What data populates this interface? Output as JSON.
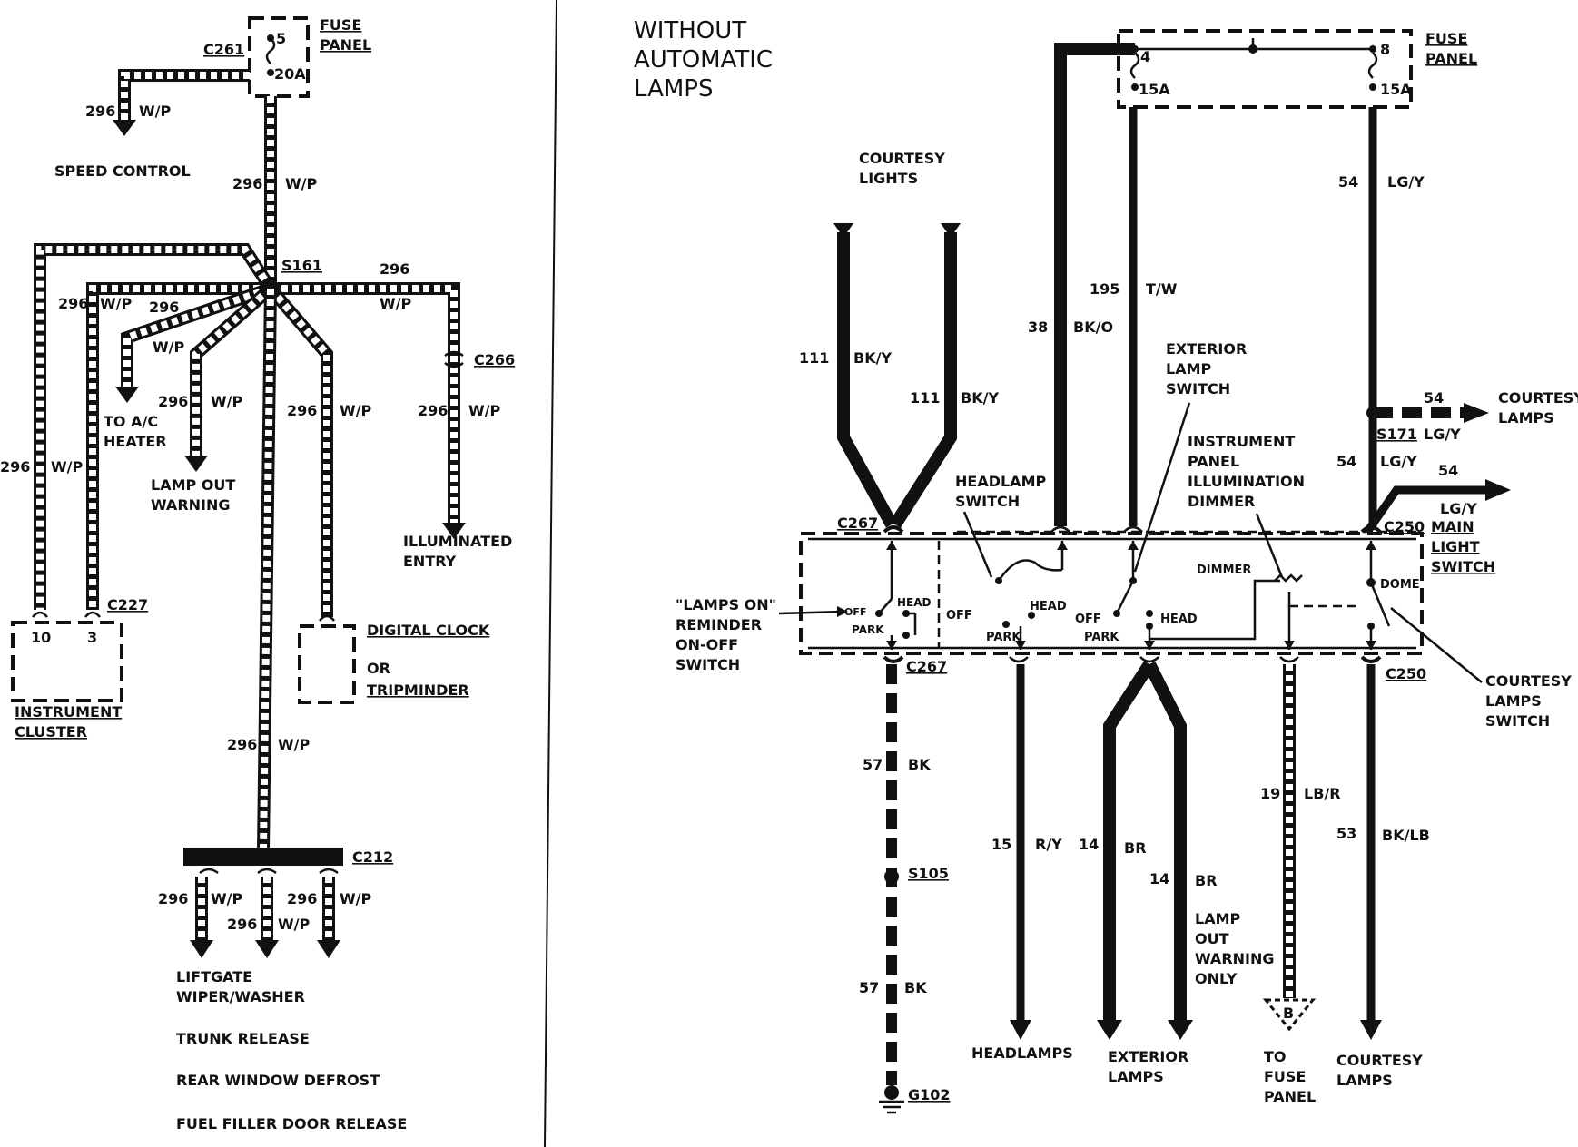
{
  "left": {
    "fuse_panel": {
      "connector": "C261",
      "label": [
        "FUSE",
        "PANEL"
      ],
      "fuse_num": "5",
      "rating": "20A"
    },
    "speed_control": {
      "circuit": "296",
      "color": "W/P",
      "label": "SPEED CONTROL"
    },
    "main_trunk": {
      "circuit": "296",
      "color": "W/P"
    },
    "splice": "S161",
    "branches": {
      "right_top": {
        "circuit": "296",
        "color": "W/P"
      },
      "cluster_outer": {
        "circuit": "296",
        "color": "W/P"
      },
      "cluster_inner": {
        "circuit": "296",
        "color": "W/P"
      },
      "ac_heater": {
        "circuit": "296",
        "color": "W/P",
        "label": [
          "TO A/C",
          "HEATER"
        ]
      },
      "lamp_out": {
        "circuit": "296",
        "color": "W/P",
        "label": [
          "LAMP OUT",
          "WARNING"
        ]
      },
      "clock": {
        "circuit": "296",
        "color": "W/P"
      },
      "illum_entry": {
        "circuit": "296",
        "color": "W/P",
        "connector": "C266",
        "label": [
          "ILLUMINATED",
          "ENTRY"
        ]
      }
    },
    "instrument_cluster": {
      "connector": "C227",
      "pins": [
        "10",
        "3"
      ],
      "label": [
        "INSTRUMENT",
        "CLUSTER"
      ]
    },
    "clock_box": {
      "line1": "DIGITAL CLOCK",
      "line2": "OR",
      "line3": "TRIPMINDER"
    },
    "lower_trunk": {
      "circuit": "296",
      "color": "W/P"
    },
    "c212": {
      "connector": "C212",
      "outputs": [
        {
          "circuit": "296",
          "color": "W/P"
        },
        {
          "circuit": "296",
          "color": "W/P"
        },
        {
          "circuit": "296",
          "color": "W/P"
        }
      ],
      "destinations": [
        "LIFTGATE",
        "WIPER/WASHER",
        "TRUNK RELEASE",
        "REAR WINDOW DEFROST",
        "FUEL FILLER DOOR RELEASE"
      ]
    }
  },
  "right": {
    "title": [
      "WITHOUT",
      "AUTOMATIC",
      "LAMPS"
    ],
    "fuse_panel": {
      "label": [
        "FUSE",
        "PANEL"
      ],
      "fuse_a": {
        "num": "4",
        "rating": "15A"
      },
      "fuse_b": {
        "num": "8",
        "rating": "15A"
      }
    },
    "courtesy_lights": {
      "label": [
        "COURTESY",
        "LIGHTS"
      ],
      "left": {
        "circuit": "111",
        "color": "BK/Y"
      },
      "right": {
        "circuit": "111",
        "color": "BK/Y"
      }
    },
    "wire_38": {
      "circuit": "38",
      "color": "BK/O"
    },
    "wire_195": {
      "circuit": "195",
      "color": "T/W"
    },
    "wire_54_top": {
      "circuit": "54",
      "color": "LG/Y"
    },
    "s171": {
      "splice": "S171",
      "circuit": "54",
      "color": "LG/Y",
      "out_circuit": "54",
      "out_color": "LG/Y",
      "out_label": [
        "COURTESY",
        "LAMPS"
      ]
    },
    "wire_54_main": {
      "circuit": "54",
      "color": "LG/Y"
    },
    "labels": {
      "exterior_lamp_switch": [
        "EXTERIOR",
        "LAMP",
        "SWITCH"
      ],
      "headlamp_switch": [
        "HEADLAMP",
        "SWITCH"
      ],
      "dimmer": [
        "INSTRUMENT",
        "PANEL",
        "ILLUMINATION",
        "DIMMER"
      ],
      "main_light_switch": [
        "MAIN",
        "LIGHT",
        "SWITCH"
      ],
      "lamps_on": [
        "\"LAMPS ON\"",
        "REMINDER",
        "ON-OFF",
        "SWITCH"
      ],
      "courtesy_switch": [
        "COURTESY",
        "LAMPS",
        "SWITCH"
      ]
    },
    "connectors": {
      "c267": "C267",
      "c250": "C250"
    },
    "switch_text": {
      "off": "OFF",
      "head": "HEAD",
      "park": "PARK",
      "dimmer": "DIMMER",
      "dome": "DOME"
    },
    "ground_wire": {
      "circuit1": "57",
      "color1": "BK",
      "splice": "S105",
      "circuit2": "57",
      "color2": "BK",
      "ground": "G102"
    },
    "headlamps": {
      "circuit": "15",
      "color": "R/Y",
      "label": "HEADLAMPS"
    },
    "exterior": {
      "circuit_a": "14",
      "color_a": "BR",
      "circuit_b": "14",
      "color_b": "BR",
      "label": [
        "EXTERIOR",
        "LAMPS"
      ],
      "note": [
        "LAMP",
        "OUT",
        "WARNING",
        "ONLY"
      ]
    },
    "to_fuse": {
      "circuit": "19",
      "color": "LB/R",
      "ref": "B",
      "label": [
        "TO",
        "FUSE",
        "PANEL"
      ]
    },
    "courtesy_out": {
      "circuit": "53",
      "color": "BK/LB",
      "label": [
        "COURTESY",
        "LAMPS"
      ]
    }
  }
}
